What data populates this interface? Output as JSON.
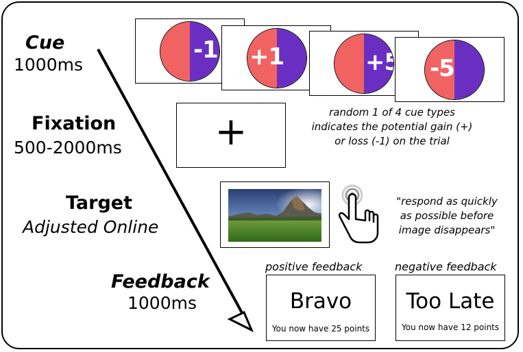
{
  "colors": {
    "cue_left": "#f16363",
    "cue_right": "#6a2fc2",
    "cue_text": "#ffffff"
  },
  "stages": {
    "cue": {
      "title": "Cue",
      "duration": "1000ms"
    },
    "fixation": {
      "title": "Fixation",
      "duration": "500-2000ms",
      "symbol": "+"
    },
    "target": {
      "title": "Target",
      "duration": "Adjusted Online"
    },
    "feedback": {
      "title": "Feedback",
      "duration": "1000ms"
    }
  },
  "cues": [
    {
      "label": "-1",
      "text_side": "right"
    },
    {
      "label": "+1",
      "text_side": "left"
    },
    {
      "label": "+5",
      "text_side": "right"
    },
    {
      "label": "-5",
      "text_side": "left"
    }
  ],
  "cue_note": {
    "line1": "random 1 of 4 cue types",
    "line2": "indicates the potential gain (+)",
    "line3": "or loss (-1) on the trial"
  },
  "target_note": {
    "line1": "\"respond as quickly",
    "line2": "as possible before",
    "line3": "image disappears\""
  },
  "icons": {
    "target_image": "landscape-photo-icon",
    "tap": "hand-tap-icon"
  },
  "feedback": {
    "positive": {
      "heading": "positive feedback",
      "word": "Bravo",
      "points": "You now have 25 points"
    },
    "negative": {
      "heading": "negative feedback",
      "word": "Too Late",
      "points": "You now have 12 points"
    }
  }
}
